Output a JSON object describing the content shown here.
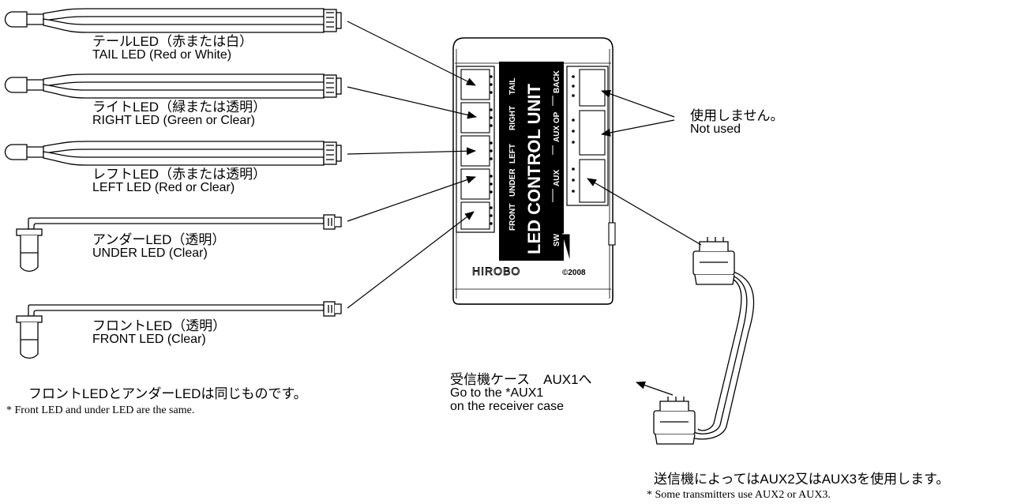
{
  "leds": [
    {
      "jp": "テールLED（赤または白）",
      "en": "TAIL LED (Red or White)"
    },
    {
      "jp": "ライトLED（緑または透明）",
      "en": "RIGHT LED (Green or Clear)"
    },
    {
      "jp": "レフトLED（赤または透明）",
      "en": "LEFT LED (Red or Clear)"
    },
    {
      "jp": "アンダーLED（透明）",
      "en": "UNDER LED (Clear)"
    },
    {
      "jp": "フロントLED（透明）",
      "en": "FRONT LED (Clear)"
    }
  ],
  "unit": {
    "title": "LED CONTROL UNIT",
    "ports_left": [
      "TAIL",
      "RIGHT",
      "LEFT",
      "UNDER",
      "FRONT"
    ],
    "ports_right": [
      "BACK",
      "AUX OP",
      "AUX"
    ],
    "sw_label": "SW",
    "brand": "HIROBO",
    "copyright": "©2008"
  },
  "not_used": {
    "jp": "使用しません。",
    "en": "Not used"
  },
  "receiver": {
    "jp": "受信機ケース　AUX1へ",
    "en1": "Go to the *AUX1",
    "en2": "on the receiver case"
  },
  "note_front": {
    "jp": "フロントLEDとアンダーLEDは同じものです。",
    "en": "* Front LED and under LED are the same."
  },
  "note_aux": {
    "jp": "送信機によってはAUX2又はAUX3を使用します。",
    "en": "* Some transmitters use AUX2 or AUX3."
  }
}
